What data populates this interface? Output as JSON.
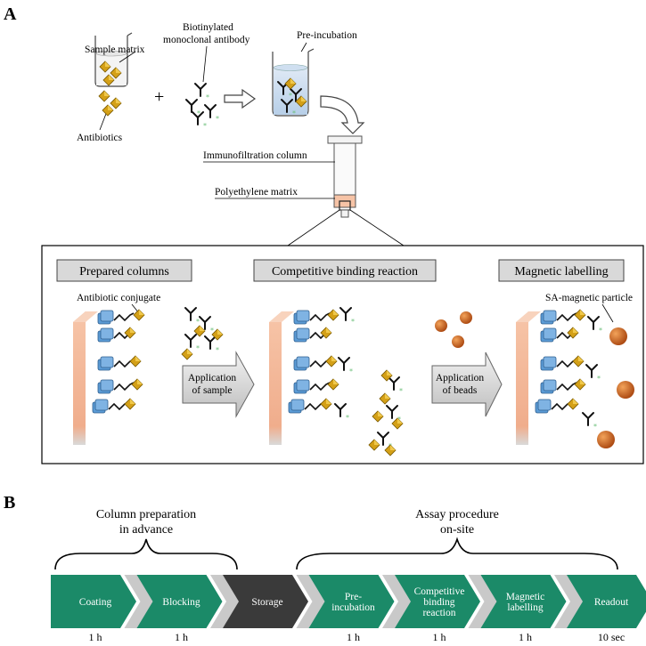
{
  "panels": {
    "a": "A",
    "b": "B"
  },
  "top_labels": {
    "sample_matrix": "Sample matrix",
    "antibiotics": "Antibiotics",
    "biotinylated_line1": "Biotinylated",
    "biotinylated_line2": "monoclonal antibody",
    "preincubation": "Pre-incubation",
    "immunofiltration_column": "Immunofiltration column",
    "polyethylene_matrix": "Polyethylene matrix",
    "plus": "+"
  },
  "box": {
    "prepared_columns": "Prepared columns",
    "competitive_binding": "Competitive binding reaction",
    "magnetic_labelling": "Magnetic labelling",
    "antibiotic_conjugate": "Antibiotic conjugate",
    "sa_magnetic_particle": "SA-magnetic particle",
    "arrow1_line1": "Application",
    "arrow1_line2": "of sample",
    "arrow2_line1": "Application",
    "arrow2_line2": "of beads"
  },
  "timeline": {
    "group1_line1": "Column preparation",
    "group1_line2": "in advance",
    "group2_line1": "Assay procedure",
    "group2_line2": "on-site",
    "steps": [
      {
        "lines": [
          "Coating"
        ],
        "duration": "1 h"
      },
      {
        "lines": [
          "Blocking"
        ],
        "duration": "1 h"
      },
      {
        "lines": [
          "Storage"
        ],
        "duration": ""
      },
      {
        "lines": [
          "Pre-",
          "incubation"
        ],
        "duration": "1 h"
      },
      {
        "lines": [
          "Competitive",
          "binding",
          "reaction"
        ],
        "duration": "1 h"
      },
      {
        "lines": [
          "Magnetic",
          "labelling"
        ],
        "duration": "1 h"
      },
      {
        "lines": [
          "Readout"
        ],
        "duration": "10 sec"
      }
    ]
  },
  "colors": {
    "step_green": "#1b8a68",
    "step_dark": "#3a3a3a",
    "connector_grey": "#c9c9c9",
    "wall": "#f2b596",
    "conjugate_blue": "#5b9bd5",
    "antigen_gold": "#d4a017",
    "bead": "#c8601a"
  }
}
